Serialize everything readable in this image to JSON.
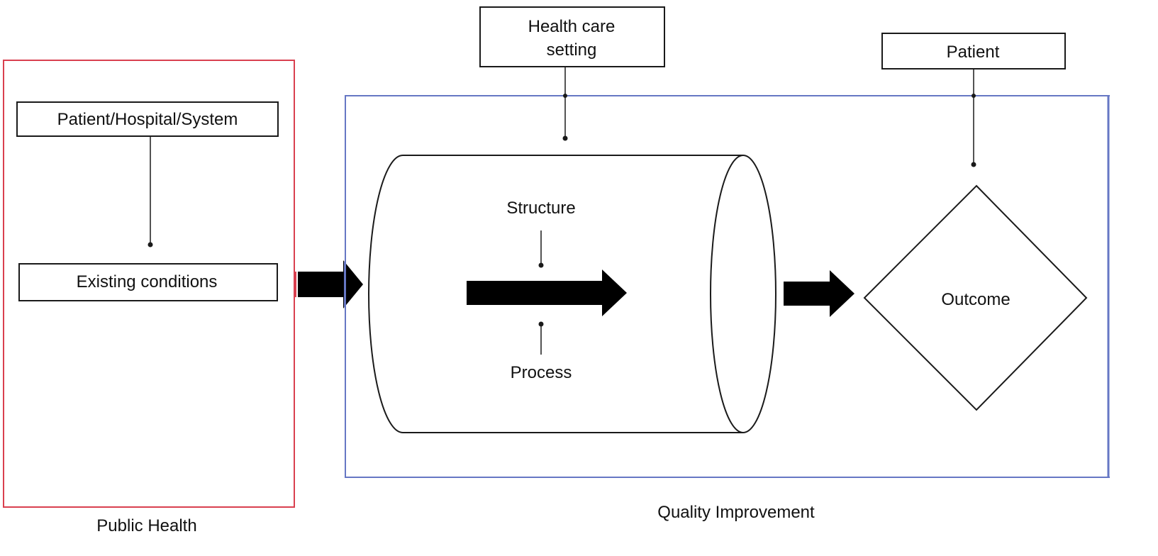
{
  "colors": {
    "public_health_border": "#d9404f",
    "quality_improvement_border": "#6677c4",
    "line": "#1a1a1a",
    "arrow_fill": "#000000",
    "background": "#ffffff"
  },
  "public_health": {
    "title": "Public Health",
    "top_box": "Patient/Hospital/System",
    "bottom_box": "Existing conditions"
  },
  "quality_improvement": {
    "title": "Quality Improvement",
    "health_care_setting": [
      "Health care",
      "setting"
    ],
    "patient": "Patient",
    "structure": "Structure",
    "process": "Process",
    "outcome": "Outcome"
  }
}
